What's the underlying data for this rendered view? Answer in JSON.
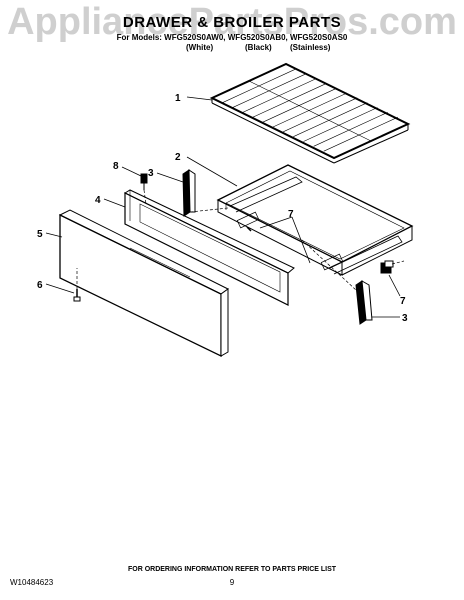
{
  "watermark": "AppliancePartsPros.com",
  "header": {
    "title": "DRAWER & BROILER PARTS",
    "models": "For Models: WFG520S0AW0, WFG520S0AB0, WFG520S0AS0",
    "colors": [
      "(White)",
      "(Black)",
      "(Stainless)"
    ]
  },
  "callouts": [
    "1",
    "2",
    "3",
    "4",
    "5",
    "6",
    "7",
    "8",
    "3",
    "7"
  ],
  "footer": {
    "ordering_note": "FOR ORDERING INFORMATION REFER TO PARTS PRICE LIST",
    "doc_number": "W10484623",
    "page_number": "9"
  }
}
